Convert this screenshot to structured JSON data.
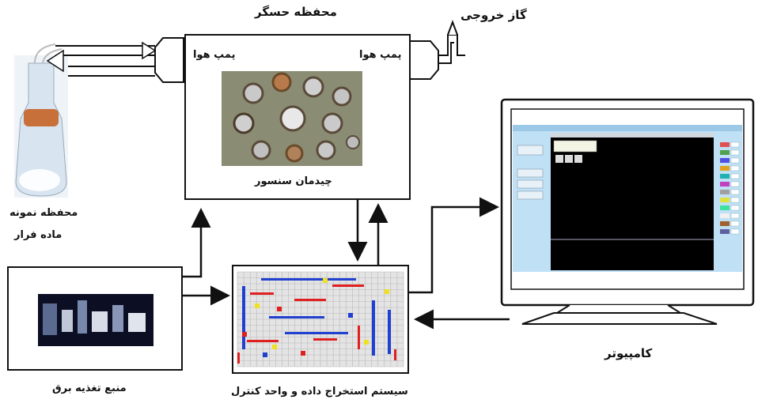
{
  "labels": {
    "chamber_title": "محفظه حسگر",
    "exhaust_gas": "گاز خروجی",
    "pump_left": "پمپ هوا",
    "pump_right": "پمپ هوا",
    "sensor_array": "چیدمان سنسور",
    "sample_chamber_line1": "محفظه نمونه",
    "sample_chamber_line2": "ماده فرار",
    "power_supply": "منبع تغذیه برق",
    "control_unit": "سیستم استخراج داده و واحد کنترل",
    "computer": "کامپیوتر"
  },
  "colors": {
    "line": "#111111",
    "screen_bg": "#000000",
    "software_panel": "#bfe0f5",
    "board_red": "#e02020",
    "board_blue": "#2040d0",
    "board_yellow": "#f0e020",
    "flask_cap": "#c8703a",
    "flask_glass": "#d8e4f0"
  }
}
